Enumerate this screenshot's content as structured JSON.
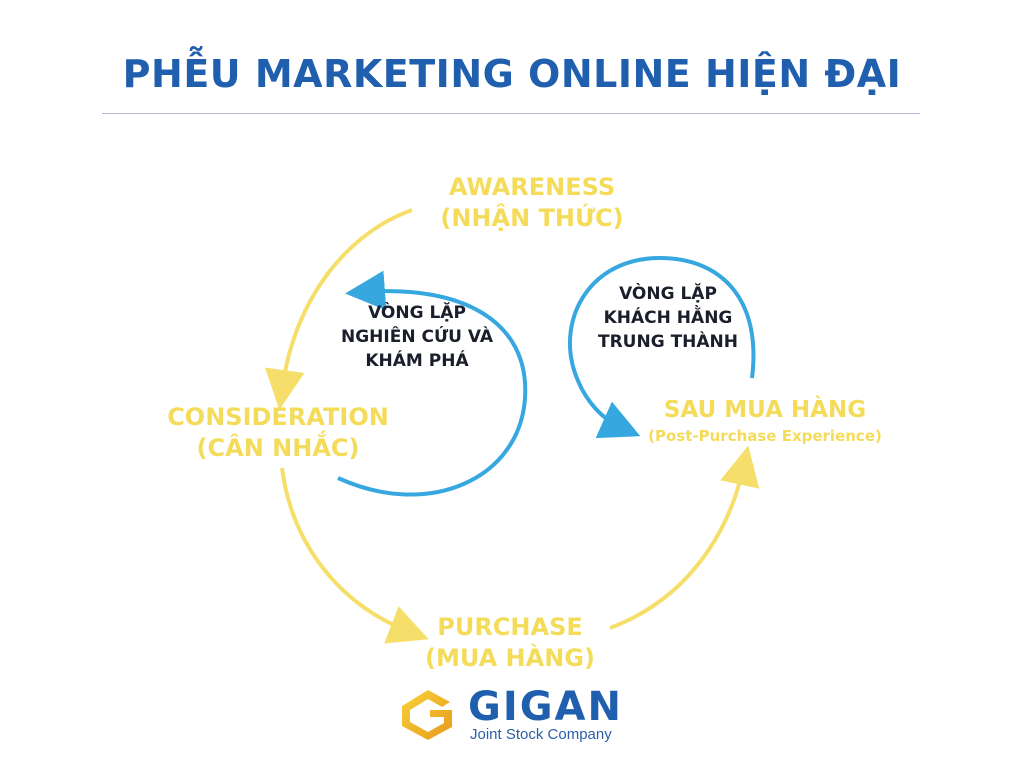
{
  "title": "PHỄU MARKETING ONLINE HIỆN ĐẠI",
  "stages": {
    "awareness": {
      "line1": "AWARENESS",
      "line2": "(NHẬN THỨC)"
    },
    "consideration": {
      "line1": "CONSIDERATION",
      "line2": "(CÂN NHẮC)"
    },
    "purchase": {
      "line1": "PURCHASE",
      "line2": "(MUA HÀNG)"
    },
    "post_purchase": {
      "line1": "SAU MUA HÀNG",
      "line2": "(Post-Purchase Experience)"
    }
  },
  "loops": {
    "research": [
      "VÒNG LẶP",
      "NGHIÊN CỨU VÀ",
      "KHÁM PHÁ"
    ],
    "loyalty": [
      "VÒNG LẶP",
      "KHÁCH HẰNG",
      "TRUNG THÀNH"
    ]
  },
  "logo": {
    "name": "GIGAN",
    "tagline": "Joint Stock Company"
  },
  "colors": {
    "title": "#1f5fae",
    "stage_text": "#f4dc5a",
    "yellow_arrow": "#f5df6a",
    "blue_arrow": "#37a7e0",
    "loop_text": "#1b1f2b"
  }
}
